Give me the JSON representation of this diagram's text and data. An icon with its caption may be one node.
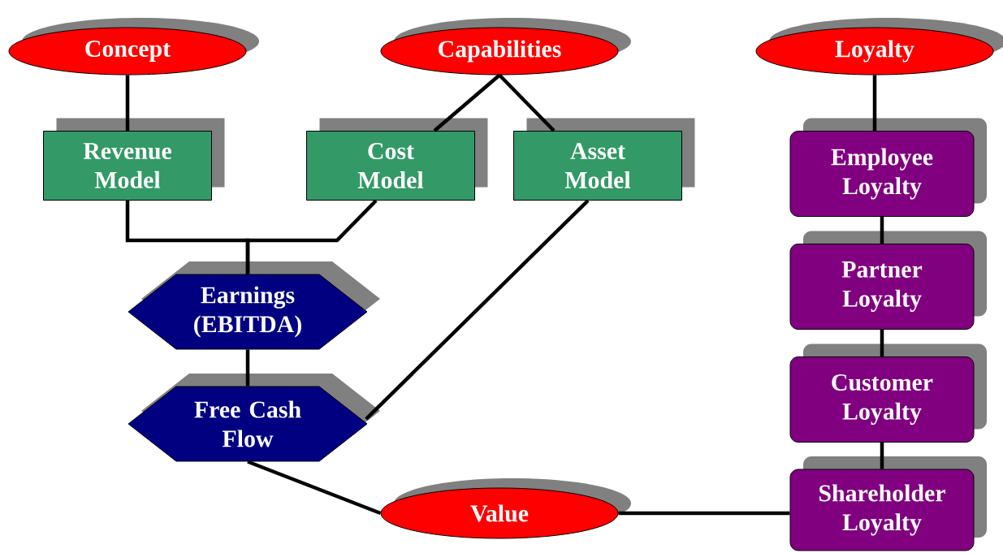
{
  "diagram": {
    "nodes": [
      {
        "text": [
          "Concept"
        ]
      },
      {
        "text": [
          "Capabilities"
        ]
      },
      {
        "text": [
          "Loyalty"
        ]
      },
      {
        "text": [
          "Revenue Model"
        ]
      },
      {
        "text": [
          "Cost Model"
        ]
      },
      {
        "text": [
          "Asset Model"
        ]
      },
      {
        "text": [
          "Earnings (EBITDA)"
        ]
      },
      {
        "text": [
          "Free Cash Flow"
        ]
      },
      {
        "text": [
          "Value"
        ]
      },
      {
        "text": [
          "Employee Loyalty"
        ]
      },
      {
        "text": [
          "Partner Loyalty"
        ]
      },
      {
        "text": [
          "Customer Loyalty"
        ]
      },
      {
        "text": [
          "Shareholder Loyalty"
        ]
      }
    ],
    "edges": [
      {
        "from": 0,
        "to": 3,
        "arrow": "none"
      },
      {
        "from": 1,
        "to": 4,
        "arrow": "none"
      },
      {
        "from": 1,
        "to": 5,
        "arrow": "none"
      },
      {
        "from": 3,
        "to": 6,
        "arrow": "none"
      },
      {
        "from": 4,
        "to": 6,
        "arrow": "none"
      },
      {
        "from": 6,
        "to": 7,
        "arrow": "none"
      },
      {
        "from": 5,
        "to": 7,
        "arrow": "none"
      },
      {
        "from": 7,
        "to": 8,
        "arrow": "none"
      },
      {
        "from": 8,
        "to": 12,
        "arrow": "none"
      },
      {
        "from": 2,
        "to": 9,
        "arrow": "none"
      },
      {
        "from": 9,
        "to": 10,
        "arrow": "none"
      },
      {
        "from": 10,
        "to": 11,
        "arrow": "none"
      },
      {
        "from": 11,
        "to": 12,
        "arrow": "none"
      }
    ]
  }
}
